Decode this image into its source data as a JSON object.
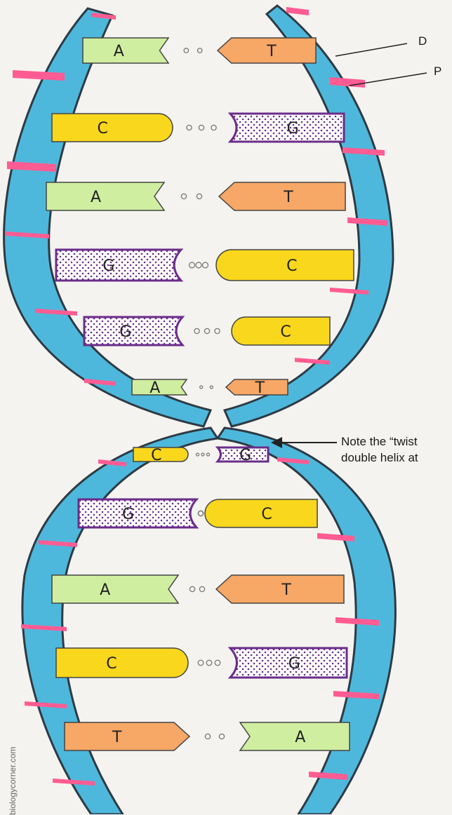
{
  "labels": {
    "deoxyribose": "D",
    "phosphate": "P",
    "twist_note_line1": "Note the “twist",
    "twist_note_line2": "double helix at"
  },
  "watermark": "biologycorner.com",
  "colors": {
    "backbone": "#4db8dc",
    "phosphate": "#ff5c93",
    "adenine": "#cfeea0",
    "thymine": "#f7a766",
    "cytosine": "#f9d71c",
    "guanine_fill": "#ffffff",
    "guanine_border": "#6a2c8a"
  },
  "base_pairs": [
    {
      "left": "A",
      "right": "T"
    },
    {
      "left": "C",
      "right": "G"
    },
    {
      "left": "A",
      "right": "T"
    },
    {
      "left": "G",
      "right": "C"
    },
    {
      "left": "G",
      "right": "C"
    },
    {
      "left": "A",
      "right": "T"
    },
    {
      "left": "C",
      "right": "G"
    },
    {
      "left": "G",
      "right": "C"
    },
    {
      "left": "A",
      "right": "T"
    },
    {
      "left": "C",
      "right": "G"
    },
    {
      "left": "T",
      "right": "A"
    }
  ]
}
